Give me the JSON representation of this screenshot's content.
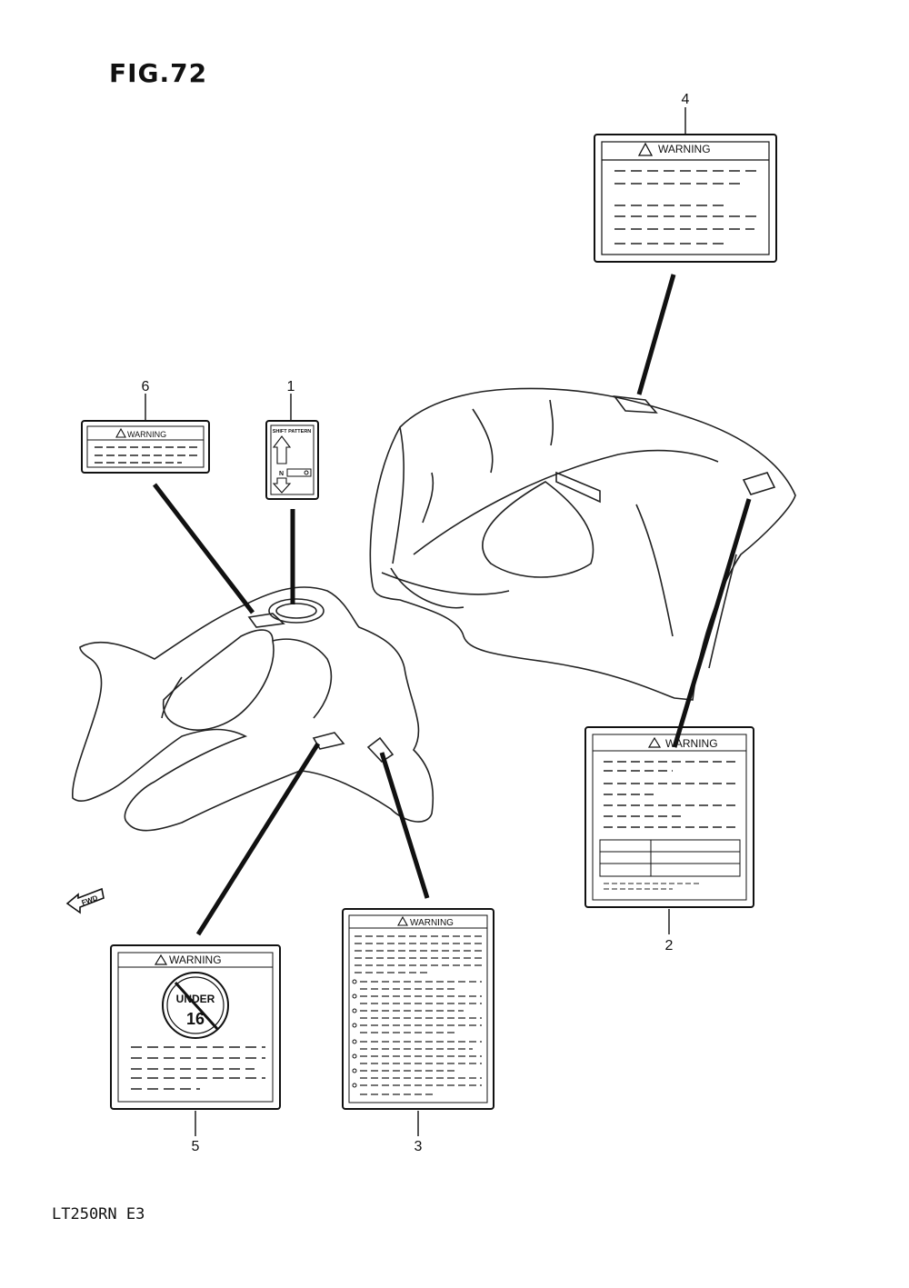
{
  "figure": {
    "title": "FIG.72",
    "model_code": "LT250RN  E3"
  },
  "callouts": [
    "1",
    "2",
    "3",
    "4",
    "5",
    "6"
  ],
  "labels": {
    "warning": "WARNING",
    "shift_pattern": "SHIFT PATTERN",
    "shift_neutral": "N",
    "under_top": "UNDER",
    "under_age": "16",
    "fwd": "FWD"
  }
}
